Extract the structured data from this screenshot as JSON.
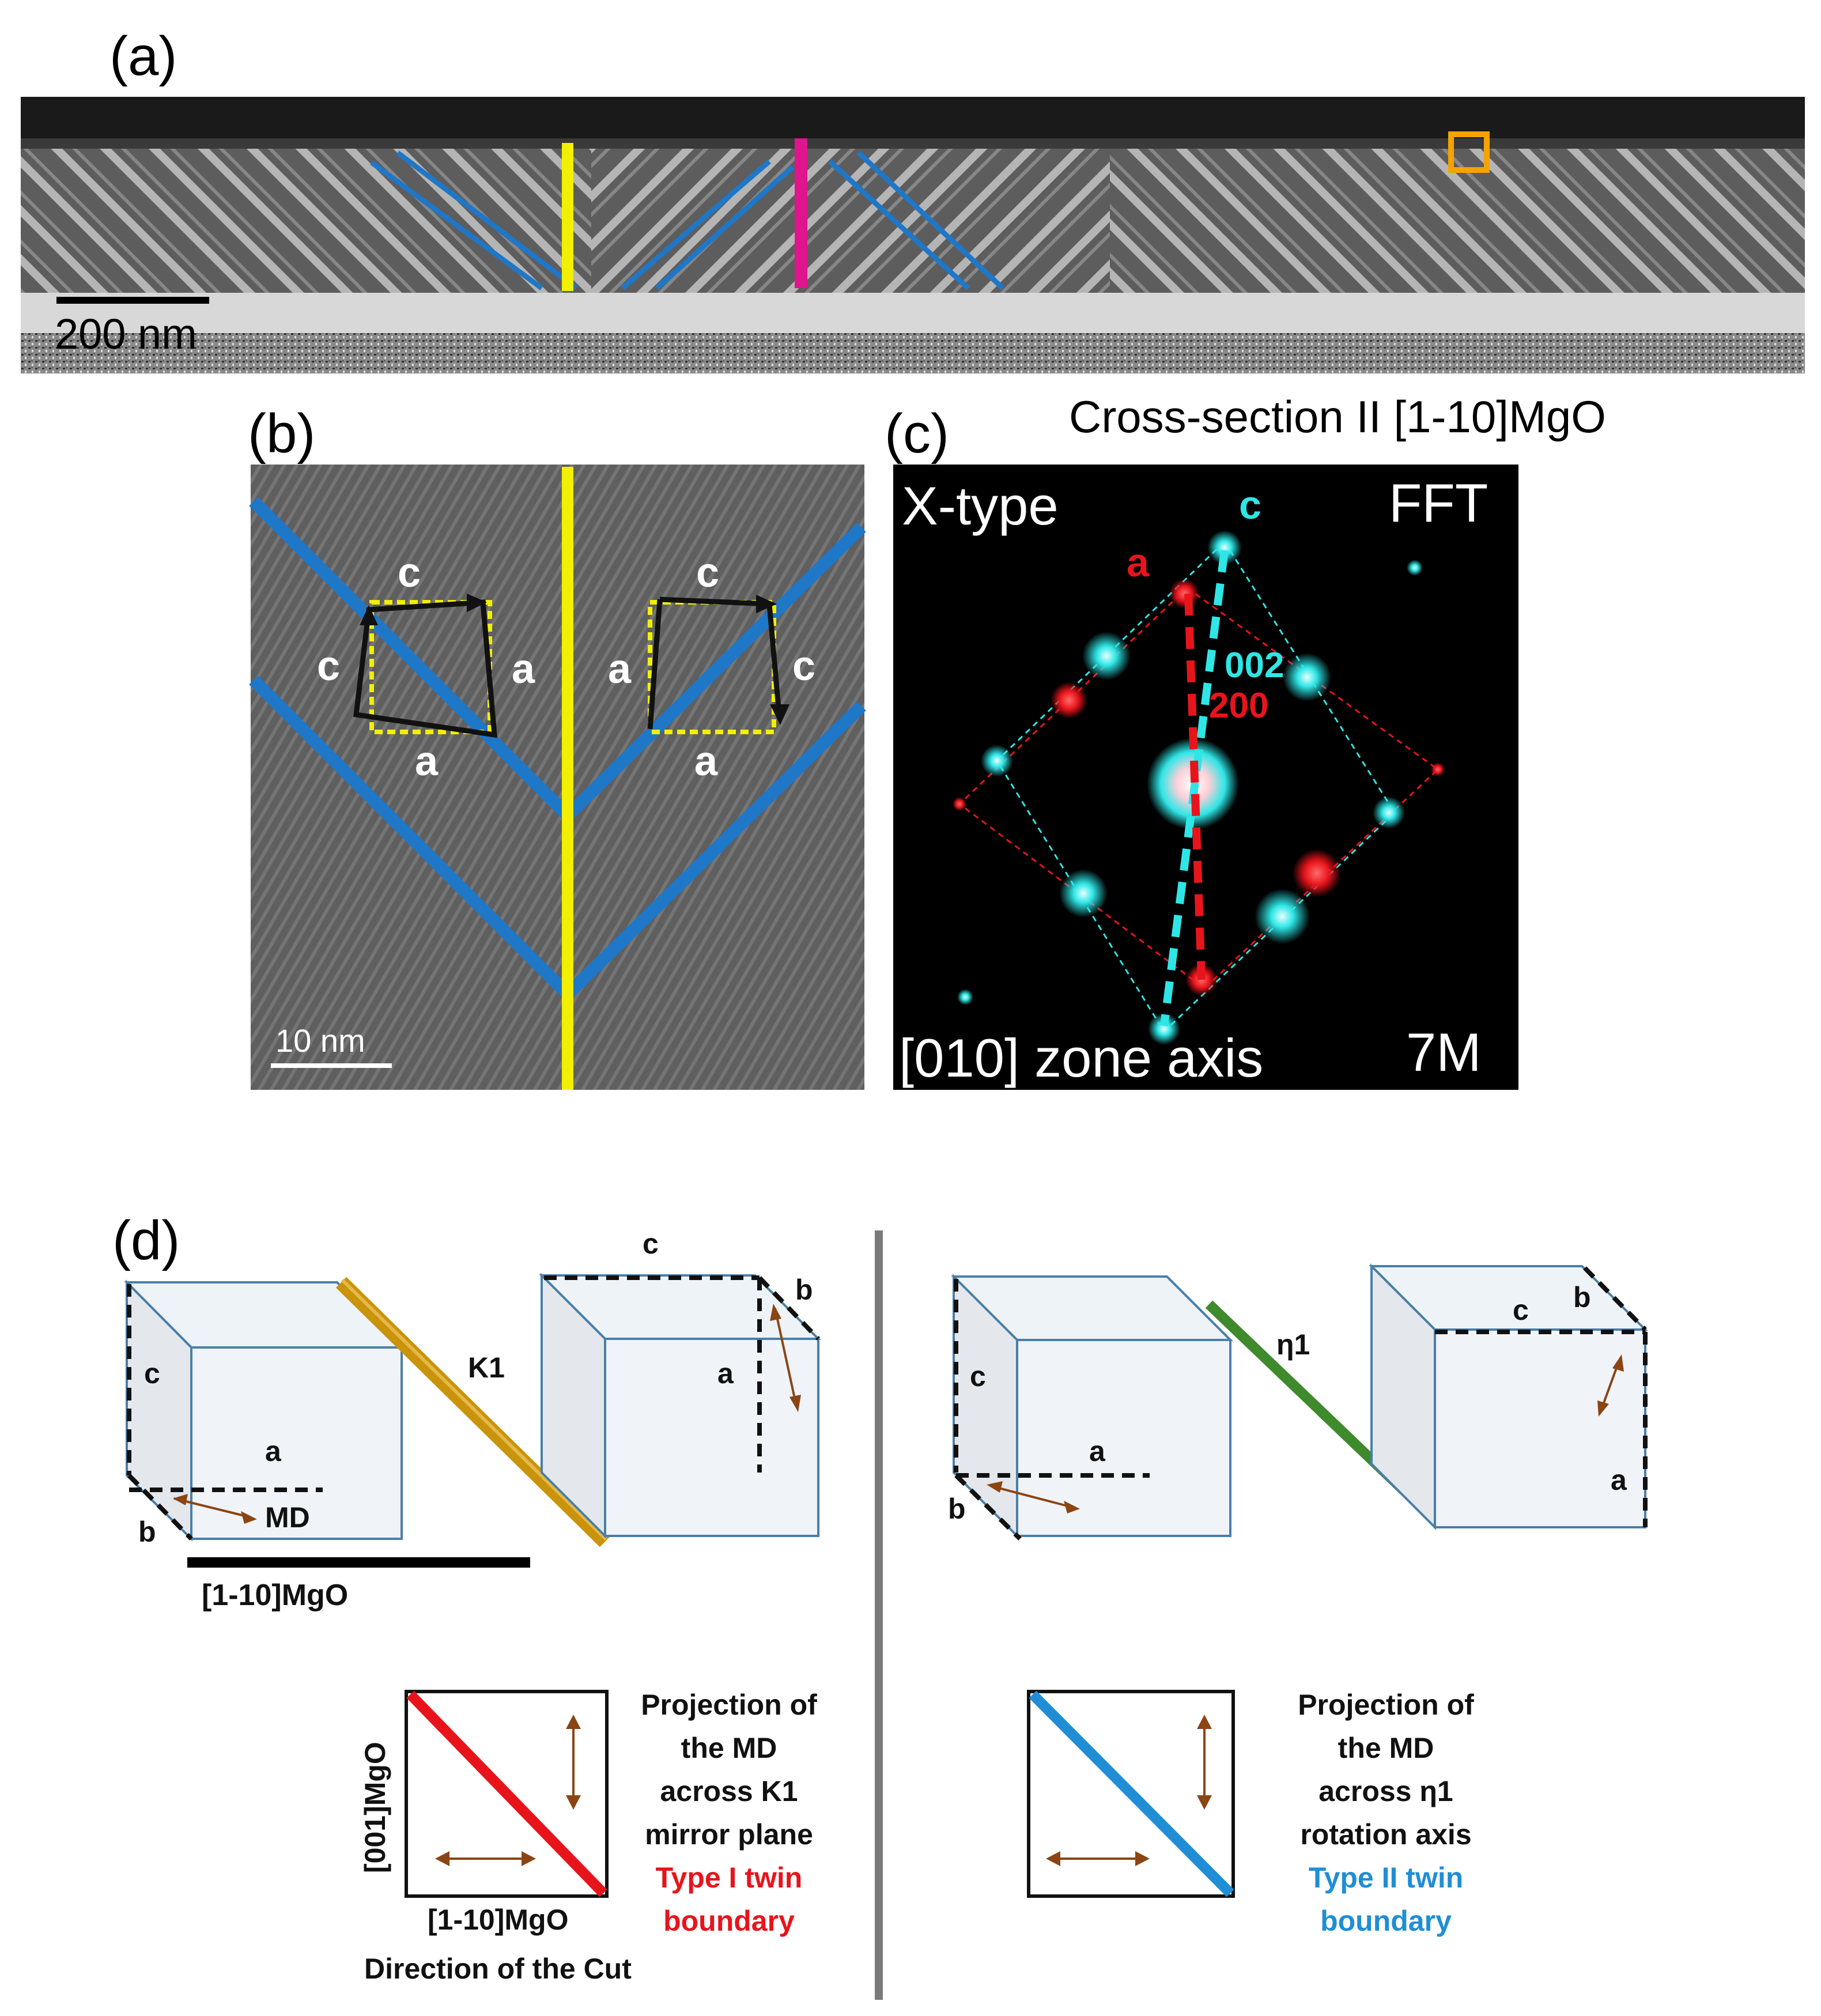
{
  "panel_a": {
    "label": "(a)",
    "scalebar": "200 nm"
  },
  "panel_b": {
    "label": "(b)",
    "scalebar": "10 nm",
    "left_c_top": "c",
    "left_c_side": "c",
    "left_a_side": "a",
    "left_a_bottom": "a",
    "right_c_top": "c",
    "right_a_side": "a",
    "right_c_side": "c",
    "right_a_bottom": "a"
  },
  "panel_c": {
    "label": "(c)",
    "title": "Cross-section II [1-10]MgO",
    "type": "X-type",
    "fft": "FFT",
    "zone": "[010] zone axis",
    "phase": "7M",
    "c_label": "c",
    "a_label": "a",
    "idx_002": "002",
    "idx_200": "200"
  },
  "panel_d": {
    "label": "(d)",
    "left": {
      "c": "c",
      "a": "a",
      "md": "MD",
      "b": "b",
      "k1": "K1",
      "c2": "c",
      "b2": "b",
      "a2": "a",
      "dir": "[1-10]MgO",
      "proj_text": [
        "Projection of",
        "the MD",
        "across K1",
        "mirror plane"
      ],
      "type_text": [
        "Type I twin",
        "boundary"
      ],
      "yaxis": "[001]MgO",
      "xaxis": "[1-10]MgO",
      "cut": "Direction of the Cut"
    },
    "right": {
      "c": "c",
      "a": "a",
      "b": "b",
      "eta": "η1",
      "c2": "c",
      "b2": "b",
      "a2": "a",
      "proj_text": [
        "Projection of",
        "the MD",
        "across η1",
        "rotation axis"
      ],
      "type_text": [
        "Type II twin",
        "boundary"
      ]
    }
  },
  "colors": {
    "blue": "#1f77c8",
    "yellow": "#f2ef00",
    "magenta": "#e0148c",
    "orange": "#f5a300",
    "gold": "#c9930b",
    "green": "#3f8a2c",
    "red": "#e8141c",
    "cyan": "#2ee6e6",
    "brown": "#8b4513",
    "type2": "#1f8ed6"
  }
}
